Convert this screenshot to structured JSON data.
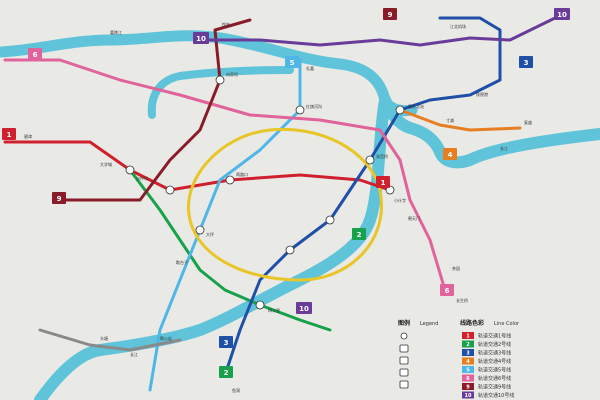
{
  "colors": {
    "background": "#e9e9e6",
    "river": "#5fc4d9",
    "line1": "#d0202e",
    "line2": "#16a14a",
    "line3": "#1f4fa6",
    "line4": "#e67e22",
    "line5": "#4fb6e8",
    "line6": "#e0639b",
    "line9": "#8a1c2a",
    "line10": "#6a3c9a",
    "loop": "#e8c628",
    "gray": "#8a8a8a"
  },
  "badges": {
    "b1": "1",
    "b2": "2",
    "b3": "3",
    "b4": "4",
    "b5": "5",
    "b6": "6",
    "b9": "9",
    "b10": "10"
  },
  "river_labels": {
    "north": "嘉陵江",
    "east": "长江",
    "south": "长江"
  },
  "stations": {
    "s1": "碧津",
    "s2": "大学城",
    "s3": "沙坪坝",
    "s4": "两路口",
    "s5": "小什字",
    "s6": "大坪",
    "s7": "红旗河沟",
    "s8": "观音桥",
    "s9": "重庆北站",
    "s10": "冉家坝",
    "s11": "鱼洞",
    "s12": "四公里",
    "s13": "江北机场",
    "s14": "悦来",
    "s15": "礼嘉",
    "s16": "鹅公岩",
    "s17": "歇台子",
    "s18": "朝天门",
    "s19": "茶园",
    "s20": "复盛",
    "s21": "头塘",
    "s22": "保税港",
    "s23": "寸滩",
    "s24": "长生桥"
  },
  "legend": {
    "title": "图例",
    "title_en": "Legend",
    "lines_title": "线路色彩",
    "lines_title_en": "Line Color",
    "items": [
      {
        "num": "1",
        "color": "#d0202e",
        "label": "轨道交通1号线"
      },
      {
        "num": "2",
        "color": "#16a14a",
        "label": "轨道交通2号线"
      },
      {
        "num": "3",
        "color": "#1f4fa6",
        "label": "轨道交通3号线"
      },
      {
        "num": "4",
        "color": "#e67e22",
        "label": "轨道交通4号线"
      },
      {
        "num": "5",
        "color": "#4fb6e8",
        "label": "轨道交通5号线"
      },
      {
        "num": "6",
        "color": "#e0639b",
        "label": "轨道交通6号线"
      },
      {
        "num": "9",
        "color": "#8a1c2a",
        "label": "轨道交通9号线"
      },
      {
        "num": "10",
        "color": "#6a3c9a",
        "label": "轨道交通10号线"
      }
    ]
  }
}
